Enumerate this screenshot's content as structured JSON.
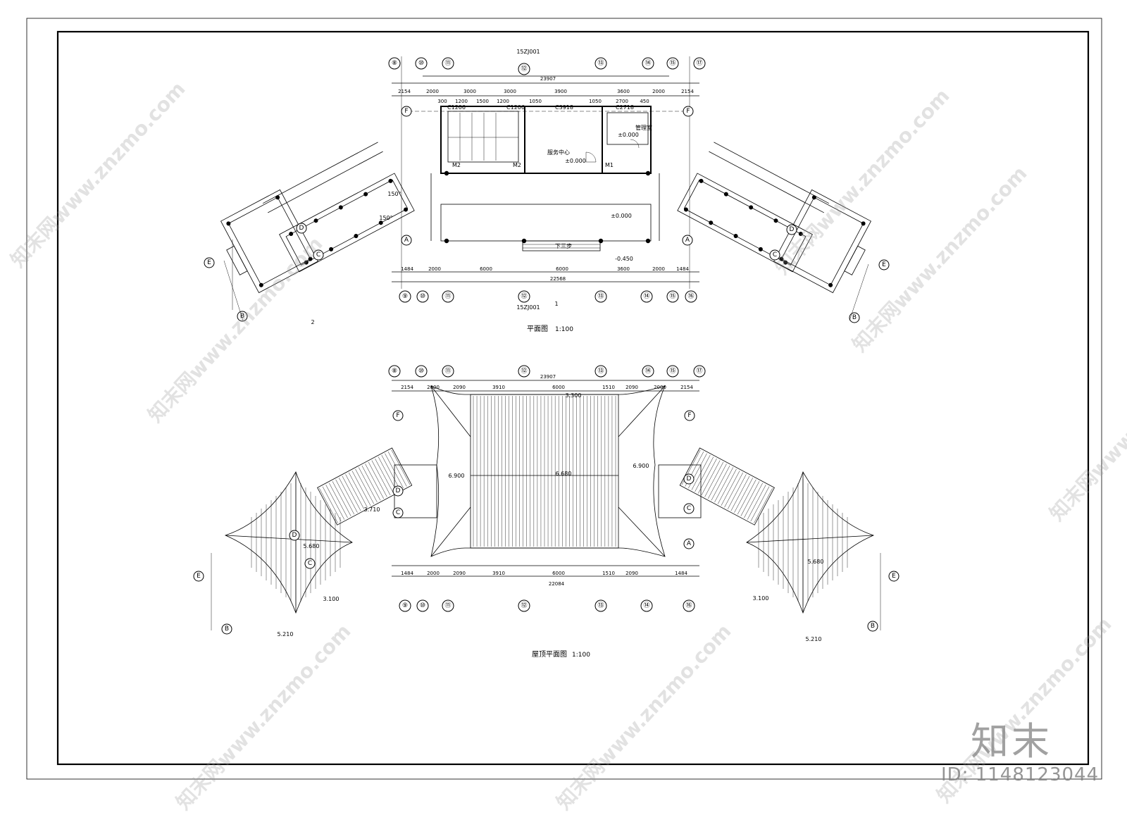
{
  "plan_title": "平面图",
  "plan_scale": "1:100",
  "roof_title": "屋顶平面图",
  "roof_scale": "1:100",
  "top_axes": [
    "⑧",
    "⑩",
    "⑪",
    "⑫",
    "⑬",
    "⑭",
    "⑮",
    "⑰"
  ],
  "bottom_axes": [
    "⑨",
    "⑩",
    "⑪",
    "⑫",
    "⑬",
    "⑭",
    "⑮",
    "⑯"
  ],
  "roof_top_axes": [
    "⑧",
    "⑩",
    "⑪",
    "⑫",
    "⑬",
    "⑭",
    "⑮",
    "⑰"
  ],
  "roof_bottom_axes": [
    "⑨",
    "⑩",
    "⑪",
    "⑫",
    "⑬",
    "⑭",
    "⑯"
  ],
  "plan_top_total": "23907",
  "plan_top_dims": [
    "2154",
    "2000",
    "3000",
    "3000",
    "3900",
    "3600",
    "2000",
    "2154"
  ],
  "plan_top_dims2": [
    "300",
    "1200",
    "1500",
    "1200",
    "1050",
    "1050",
    "2700",
    "450"
  ],
  "plan_bottom_total": "22568",
  "plan_bottom_dims": [
    "1484",
    "2000",
    "6000",
    "6000",
    "3600",
    "2000",
    "1484"
  ],
  "roof_top_total": "23907",
  "roof_top_dims": [
    "2154",
    "2000",
    "2090",
    "3910",
    "6000",
    "1510",
    "2090",
    "2000",
    "2154"
  ],
  "roof_bottom_total": "22084",
  "roof_bottom_dims": [
    "1484",
    "2000",
    "2090",
    "3910",
    "6000",
    "1510",
    "2090",
    "1484"
  ],
  "row_f": "F",
  "row_d": "D",
  "row_c": "C",
  "row_a": "A",
  "row_e": "E",
  "row_b": "B",
  "levels": {
    "floor": "±0.000",
    "outside": "-0.450",
    "ridge_main": "6.680",
    "ridge_side_l": "6.900",
    "ridge_side_r": "6.900",
    "ridge_mid": "3.300",
    "wing_ridge": "5.680",
    "wing_corner": "5.210",
    "wing_eave": "3.100",
    "slope_ridge": "3.710"
  },
  "plan_notes": {
    "window_c3918": "C3918",
    "window_c2718": "C2718",
    "window_c1206a": "C1206",
    "window_c1206b": "C1206",
    "door_m1": "M1",
    "door_m2a": "M2",
    "door_m2b": "M2",
    "room_service": "服务中心",
    "room_store": "管理室",
    "stair_down": "下三步",
    "ref_top": "15ZJ001",
    "ref_bottom": "15ZJ001",
    "section_mark": "1",
    "section_mark2": "2",
    "angle": "150°"
  },
  "watermark": "知末网www.znzmo.com",
  "logo": "知末",
  "id_text": "ID: 1148123044"
}
